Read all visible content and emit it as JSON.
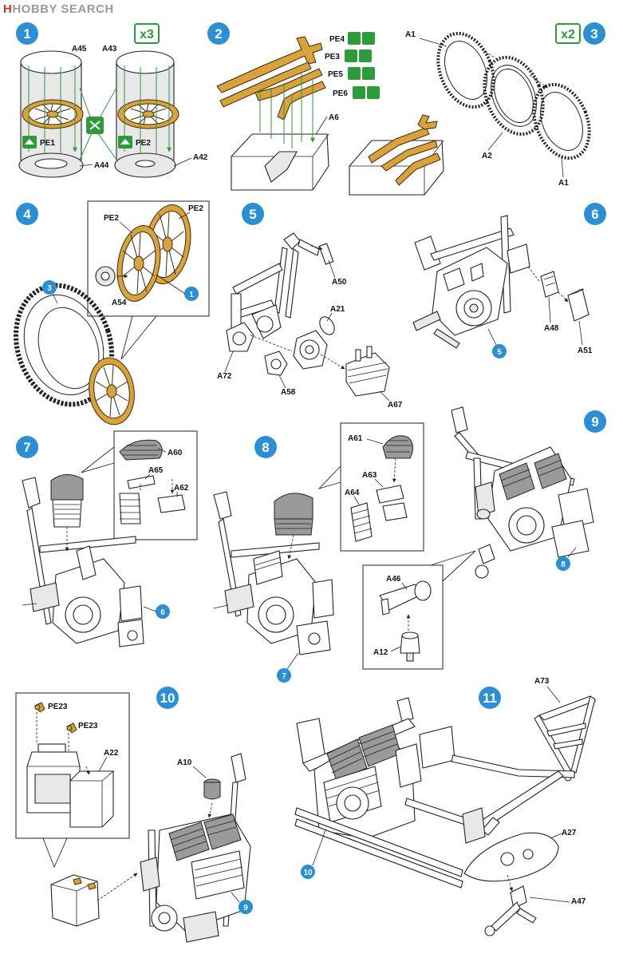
{
  "watermark": {
    "logo": "H",
    "text": "HOBBY SEARCH",
    "full": "HOBBY SEARCH"
  },
  "colors": {
    "step_circle": "#2b8fd6",
    "photo_etch": "#d9a23a",
    "badge_green": "#2e9a3a"
  },
  "steps": [
    {
      "number": "1",
      "multiplier": "x3",
      "parts": [
        "A45",
        "A43",
        "PE1",
        "PE2",
        "A44",
        "A42"
      ]
    },
    {
      "number": "2",
      "parts": [
        "PE4",
        "PE3",
        "PE5",
        "PE6",
        "A6"
      ]
    },
    {
      "number": "3",
      "multiplier": "x2",
      "parts": [
        "A1",
        "A2",
        "A1"
      ]
    },
    {
      "number": "4",
      "parts": [
        "PE2",
        "PE2",
        "A54"
      ],
      "refs": [
        "1",
        "3"
      ]
    },
    {
      "number": "5",
      "parts": [
        "A50",
        "A21",
        "A72",
        "A58",
        "A67"
      ]
    },
    {
      "number": "6",
      "parts": [
        "A48",
        "A51"
      ],
      "refs": [
        "5"
      ]
    },
    {
      "number": "7",
      "parts": [
        "A60",
        "A65",
        "A62"
      ],
      "refs": [
        "6"
      ]
    },
    {
      "number": "8",
      "parts": [
        "A61",
        "A63",
        "A64"
      ],
      "refs": [
        "7"
      ]
    },
    {
      "number": "9",
      "parts": [
        "A46",
        "A12"
      ],
      "refs": [
        "8"
      ]
    },
    {
      "number": "10",
      "parts": [
        "PE23",
        "PE23",
        "A22",
        "A10"
      ],
      "refs": [
        "9"
      ]
    },
    {
      "number": "11",
      "parts": [
        "A73",
        "A27",
        "A47"
      ],
      "refs": [
        "10"
      ]
    }
  ]
}
